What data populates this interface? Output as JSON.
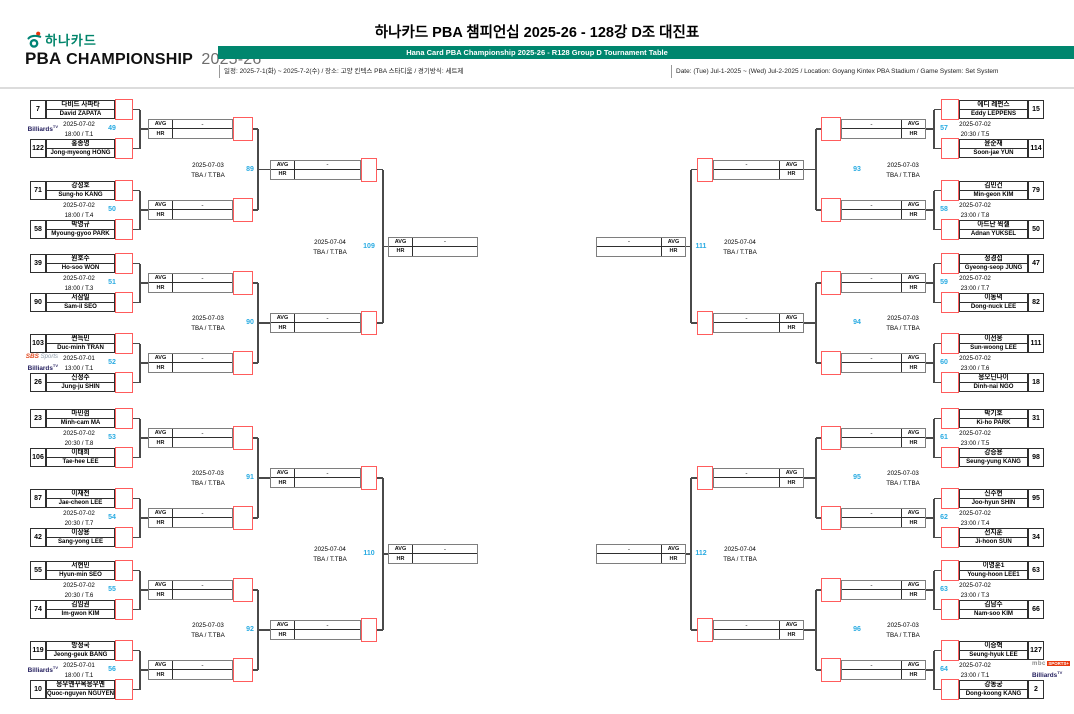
{
  "header": {
    "logo": {
      "hana": "하나카드",
      "pba": "PBA",
      "championship": "CHAMPIONSHIP",
      "season": "2025-26"
    },
    "title_ko": "하나카드 PBA 챔피언십 2025-26 - 128강 D조 대진표",
    "subtitle_en": "Hana Card PBA Championship 2025-26 - R128 Group D Tournament Table",
    "info_ko": "일정: 2025-7-1(화) ~ 2025-7-2(수) / 장소: 고양 킨텍스 PBA 스타디움 / 경기방식: 세트제",
    "info_en": "Date: (Tue) Jul-1-2025 ~ (Wed) Jul-2-2025 / Location: Goyang Kintex PBA Stadium / Game System: Set System"
  },
  "legend": {
    "avg_label": "AVG",
    "hr_label": "HR",
    "avg_value": "-",
    "hr_value": ""
  },
  "colors": {
    "accent_green": "#00866E",
    "match_number_blue": "#29ABE2",
    "slot_red": "#FF5C5C"
  },
  "broadcasters": {
    "billiards_tv": {
      "text": "Billiards",
      "sup": "TV"
    },
    "sbs_sports": {
      "sbs": "SBS",
      "sports": "Sports"
    },
    "mbc_sports": {
      "mbc": "mbc",
      "plus": "SPORTS+"
    }
  },
  "rounds": {
    "r128_left": [
      {
        "no": "49",
        "date": "2025-07-02",
        "time": "18:00 / T.1",
        "bc": [
          "billiards_tv"
        ],
        "p1": {
          "seed": "7",
          "ko": "다비드 사파타",
          "en": "David ZAPATA"
        },
        "p2": {
          "seed": "122",
          "ko": "홍종명",
          "en": "Jong-myeong HONG"
        }
      },
      {
        "no": "50",
        "date": "2025-07-02",
        "time": "18:00 / T.4",
        "bc": [],
        "p1": {
          "seed": "71",
          "ko": "강성호",
          "en": "Sung-ho KANG"
        },
        "p2": {
          "seed": "58",
          "ko": "박영규",
          "en": "Myoung-gyoo PARK"
        }
      },
      {
        "no": "51",
        "date": "2025-07-02",
        "time": "18:00 / T.3",
        "bc": [],
        "p1": {
          "seed": "39",
          "ko": "원호수",
          "en": "Ho-soo WON"
        },
        "p2": {
          "seed": "90",
          "ko": "서삼일",
          "en": "Sam-il SEO"
        }
      },
      {
        "no": "52",
        "date": "2025-07-01",
        "time": "13:00 / T.1",
        "bc": [
          "sbs_sports",
          "billiards_tv"
        ],
        "p1": {
          "seed": "103",
          "ko": "쩐득민",
          "en": "Duc-minh TRAN"
        },
        "p2": {
          "seed": "26",
          "ko": "신정주",
          "en": "Jung-ju SHIN"
        }
      },
      {
        "no": "53",
        "date": "2025-07-02",
        "time": "20:30 / T.8",
        "bc": [],
        "p1": {
          "seed": "23",
          "ko": "마민껌",
          "en": "Minh-cam MA"
        },
        "p2": {
          "seed": "106",
          "ko": "이태희",
          "en": "Tae-hee LEE"
        }
      },
      {
        "no": "54",
        "date": "2025-07-02",
        "time": "20:30 / T.7",
        "bc": [],
        "p1": {
          "seed": "87",
          "ko": "이재천",
          "en": "Jae-cheon LEE"
        },
        "p2": {
          "seed": "42",
          "ko": "이상용",
          "en": "Sang-yong LEE"
        }
      },
      {
        "no": "55",
        "date": "2025-07-02",
        "time": "20:30 / T.6",
        "bc": [],
        "p1": {
          "seed": "55",
          "ko": "서현민",
          "en": "Hyun-min SEO"
        },
        "p2": {
          "seed": "74",
          "ko": "김임권",
          "en": "Im-gwon KIM"
        }
      },
      {
        "no": "56",
        "date": "2025-07-01",
        "time": "18:00 / T.1",
        "bc": [
          "billiards_tv"
        ],
        "p1": {
          "seed": "119",
          "ko": "방정국",
          "en": "Jeong-geuk BANG"
        },
        "p2": {
          "seed": "10",
          "ko": "응우옌꾸옥응우옌",
          "en": "Quoc-nguyen NGUYEN"
        }
      }
    ],
    "r128_right": [
      {
        "no": "57",
        "date": "2025-07-02",
        "time": "20:30 / T.5",
        "bc": [],
        "p1": {
          "seed": "15",
          "ko": "에디 레펀스",
          "en": "Eddy LEPPENS"
        },
        "p2": {
          "seed": "114",
          "ko": "윤순재",
          "en": "Soon-jae YUN"
        }
      },
      {
        "no": "58",
        "date": "2025-07-02",
        "time": "23:00 / T.8",
        "bc": [],
        "p1": {
          "seed": "79",
          "ko": "김민건",
          "en": "Min-geon KIM"
        },
        "p2": {
          "seed": "50",
          "ko": "아드난 윅셀",
          "en": "Adnan YUKSEL"
        }
      },
      {
        "no": "59",
        "date": "2025-07-02",
        "time": "23:00 / T.7",
        "bc": [],
        "p1": {
          "seed": "47",
          "ko": "정경섭",
          "en": "Gyeong-seop JUNG"
        },
        "p2": {
          "seed": "82",
          "ko": "이동녁",
          "en": "Dong-nuck LEE"
        }
      },
      {
        "no": "60",
        "date": "2025-07-02",
        "time": "23:00 / T.6",
        "bc": [],
        "p1": {
          "seed": "111",
          "ko": "이선웅",
          "en": "Sun-woong LEE"
        },
        "p2": {
          "seed": "18",
          "ko": "응오딘나이",
          "en": "Dinh-nai NGO"
        }
      },
      {
        "no": "61",
        "date": "2025-07-02",
        "time": "23:00 / T.5",
        "bc": [],
        "p1": {
          "seed": "31",
          "ko": "박기호",
          "en": "Ki-ho PARK"
        },
        "p2": {
          "seed": "98",
          "ko": "강승용",
          "en": "Seung-yung KANG"
        }
      },
      {
        "no": "62",
        "date": "2025-07-02",
        "time": "23:00 / T.4",
        "bc": [],
        "p1": {
          "seed": "95",
          "ko": "신주현",
          "en": "Joo-hyun SHIN"
        },
        "p2": {
          "seed": "34",
          "ko": "선지훈",
          "en": "Ji-hoon SUN"
        }
      },
      {
        "no": "63",
        "date": "2025-07-02",
        "time": "23:00 / T.3",
        "bc": [],
        "p1": {
          "seed": "63",
          "ko": "이영훈1",
          "en": "Young-hoon LEE1"
        },
        "p2": {
          "seed": "66",
          "ko": "김남수",
          "en": "Nam-soo KIM"
        }
      },
      {
        "no": "64",
        "date": "2025-07-02",
        "time": "23:00 / T.1",
        "bc": [
          "mbc_sports",
          "billiards_tv"
        ],
        "p1": {
          "seed": "127",
          "ko": "이승혁",
          "en": "Seung-hyuk LEE"
        },
        "p2": {
          "seed": "2",
          "ko": "강동궁",
          "en": "Dong-koong KANG"
        }
      }
    ],
    "r64_left": [
      {
        "no": "89",
        "date": "2025-07-03",
        "time": "TBA / T.TBA"
      },
      {
        "no": "90",
        "date": "2025-07-03",
        "time": "TBA / T.TBA"
      },
      {
        "no": "91",
        "date": "2025-07-03",
        "time": "TBA / T.TBA"
      },
      {
        "no": "92",
        "date": "2025-07-03",
        "time": "TBA / T.TBA"
      }
    ],
    "r64_right": [
      {
        "no": "93",
        "date": "2025-07-03",
        "time": "TBA / T.TBA"
      },
      {
        "no": "94",
        "date": "2025-07-03",
        "time": "TBA / T.TBA"
      },
      {
        "no": "95",
        "date": "2025-07-03",
        "time": "TBA / T.TBA"
      },
      {
        "no": "96",
        "date": "2025-07-03",
        "time": "TBA / T.TBA"
      }
    ],
    "r32_left": [
      {
        "no": "109",
        "date": "2025-07-04",
        "time": "TBA / T.TBA"
      },
      {
        "no": "110",
        "date": "2025-07-04",
        "time": "TBA / T.TBA"
      }
    ],
    "r32_right": [
      {
        "no": "111",
        "date": "2025-07-04",
        "time": "TBA / T.TBA"
      },
      {
        "no": "112",
        "date": "2025-07-04",
        "time": "TBA / T.TBA"
      }
    ]
  }
}
